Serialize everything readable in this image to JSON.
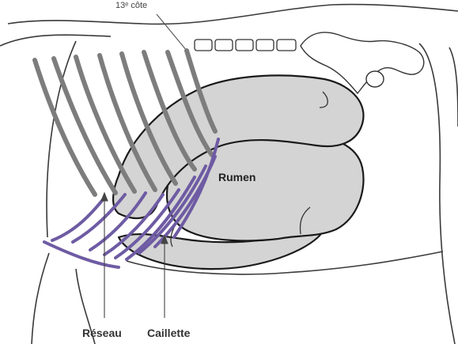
{
  "labels": {
    "rib": "13ᵉ côte",
    "rumen": "Rumen",
    "reseau": "Réseau",
    "caillette": "Caillette"
  },
  "colors": {
    "organ_fill": "#d4d4d4",
    "rib_gray": "#7d7d7d",
    "rib_purple": "#6e5ba3",
    "outline": "#1a1a1a"
  }
}
